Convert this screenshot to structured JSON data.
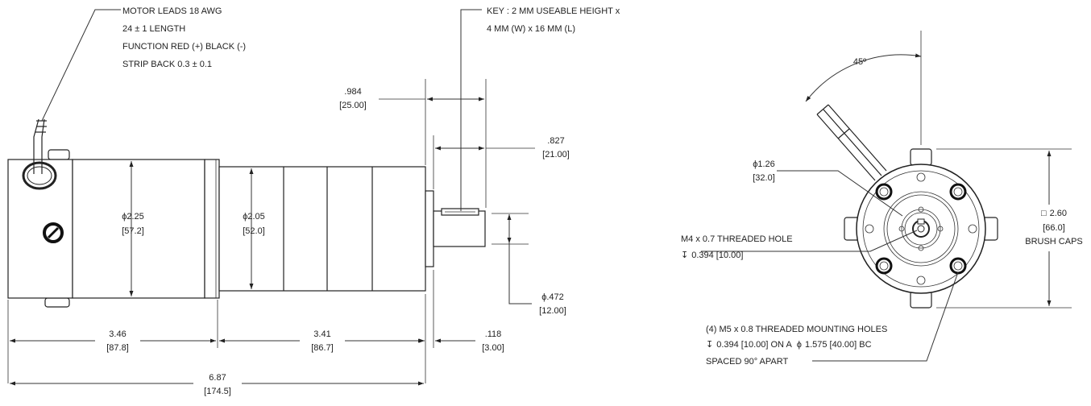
{
  "side_view": {
    "leads_note": [
      "MOTOR LEADS 18 AWG",
      "24 ± 1 LENGTH",
      "FUNCTION RED (+) BLACK (-)",
      "STRIP BACK 0.3 ± 0.1"
    ],
    "key_note": [
      "KEY : 2 MM USEABLE HEIGHT x",
      "4 MM (W) x 16 MM (L)"
    ],
    "dim_984": [
      ".984",
      "[25.00]"
    ],
    "dim_827": [
      ".827",
      "[21.00]"
    ],
    "dim_dia225": [
      "2.25",
      "[57.2]"
    ],
    "dim_dia205": [
      "2.05",
      "[52.0]"
    ],
    "dim_dia472": [
      ".472",
      "[12.00]"
    ],
    "dim_346": [
      "3.46",
      "[87.8]"
    ],
    "dim_341": [
      "3.41",
      "[86.7]"
    ],
    "dim_118": [
      ".118",
      "[3.00]"
    ],
    "dim_687": [
      "6.87",
      "[174.5]"
    ]
  },
  "end_view": {
    "angle": "45º",
    "dim_dia126": [
      "1.26",
      "[32.0]"
    ],
    "dim_260": [
      "2.60",
      "[66.0]",
      "BRUSH CAPS"
    ],
    "threaded_hole": [
      "M4 x 0.7 THREADED HOLE",
      "0.394 [10.00]"
    ],
    "mounting_holes": [
      "(4) M5 x 0.8 THREADED MOUNTING HOLES",
      "0.394 [10.00] ON A",
      "1.575 [40.00] BC",
      "SPACED 90° APART"
    ]
  },
  "symbols": {
    "diameter": "ϕ",
    "depth": "↧",
    "square": "□"
  }
}
